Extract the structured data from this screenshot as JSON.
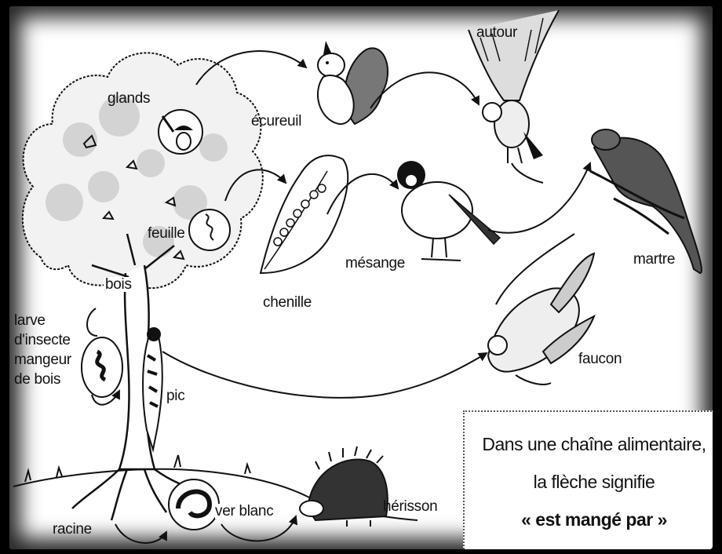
{
  "diagram": {
    "labels": {
      "glands": "glands",
      "ecureuil": "écureuil",
      "autour": "autour",
      "feuille": "feuille",
      "chenille": "chenille",
      "mesange": "mésange",
      "martre": "martre",
      "bois": "bois",
      "larve": "larve\nd'insecte\nmangeur\nde bois",
      "pic": "pic",
      "faucon": "faucon",
      "racine": "racine",
      "ver_blanc": "ver blanc",
      "herisson": "hérisson"
    },
    "legend": {
      "line1": "Dans une chaîne alimentaire,",
      "line2": "la flèche signifie",
      "line3": "« est mangé par »"
    }
  }
}
